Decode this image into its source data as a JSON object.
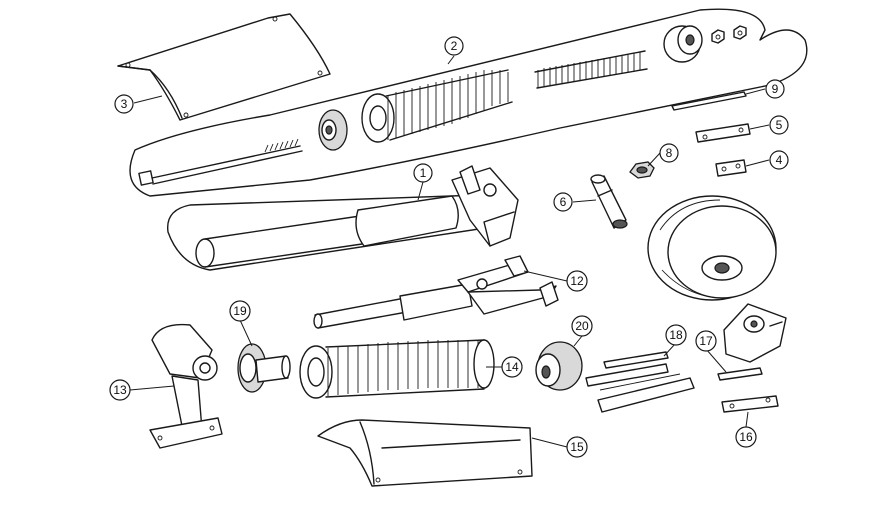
{
  "callouts": [
    {
      "label": "1"
    },
    {
      "label": "2"
    },
    {
      "label": "3"
    },
    {
      "label": "4"
    },
    {
      "label": "5"
    },
    {
      "label": "6"
    },
    {
      "label": "8"
    },
    {
      "label": "9"
    },
    {
      "label": "12"
    },
    {
      "label": "13"
    },
    {
      "label": "14"
    },
    {
      "label": "15"
    },
    {
      "label": "16"
    },
    {
      "label": "17"
    },
    {
      "label": "18"
    },
    {
      "label": "19"
    },
    {
      "label": "20"
    }
  ]
}
